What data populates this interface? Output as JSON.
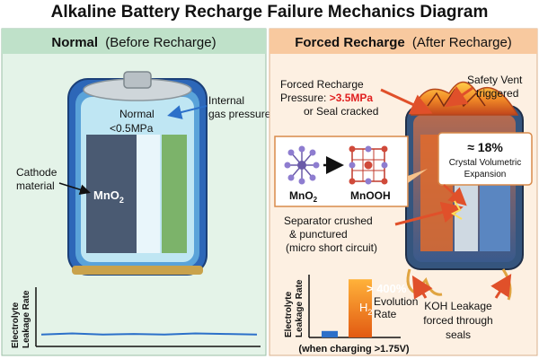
{
  "title": "Alkaline Battery Recharge Failure Mechanics Diagram",
  "colors": {
    "left_panel": "#e4f3e8",
    "left_header": "#bfe1c9",
    "right_panel": "#fdf0e2",
    "right_header": "#f8c99f",
    "red_accent": "#e02020",
    "arrow": "#e0502a"
  },
  "left": {
    "header_bold": "Normal",
    "header_rest": "(Before Recharge)",
    "pressure_line1": "Normal",
    "pressure_line2": "<0.5MPa",
    "internal_line1": "Internal",
    "internal_line2": "gas pressure",
    "cathode_line1": "Cathode",
    "cathode_line2": "material",
    "mno2_main": "MnO",
    "mno2_sub": "2",
    "chart_ylabel_line1": "Electrolyte",
    "chart_ylabel_line2": "Leakage Rate"
  },
  "right": {
    "header_bold": "Forced Recharge",
    "header_rest": "(After Recharge)",
    "forced_line1": "Forced Recharge",
    "forced_line2_prefix": "Pressure: ",
    "forced_value": ">3.5MPa",
    "forced_line3": "or Seal cracked",
    "vent_line1": "Safety Vent",
    "vent_line2": "triggered",
    "expansion_value": "≈ 18%",
    "expansion_line1": "Crystal Volumetric",
    "expansion_line2": "Expansion",
    "crystal_left_main": "MnO",
    "crystal_left_sub": "2",
    "crystal_right": "MnOOH",
    "separator_line1": "Separator crushed",
    "separator_line2": "& punctured",
    "separator_line3": "(micro short circuit)",
    "chart_ylabel_line1": "Electrolyte",
    "chart_ylabel_line2": "Leakage Rate",
    "h2_value": "> 400%",
    "h2_main": "H",
    "h2_sub": "2",
    "h2_line1": "Evolution",
    "h2_line2": "Rate",
    "chart_note": "(when charging >1.75V)",
    "koh_line1": "KOH Leakage",
    "koh_line2": "forced through",
    "koh_line3": "seals"
  },
  "chart_data": [
    {
      "type": "line",
      "ylabel": "Electrolyte Leakage Rate",
      "series": [
        {
          "values": [
            0.2,
            0.22,
            0.2,
            0.21,
            0.2,
            0.22,
            0.21,
            0.2
          ]
        }
      ]
    },
    {
      "type": "bar",
      "ylabel": "Electrolyte Leakage Rate",
      "categories": [
        "",
        ""
      ],
      "values": [
        10,
        90
      ]
    }
  ]
}
